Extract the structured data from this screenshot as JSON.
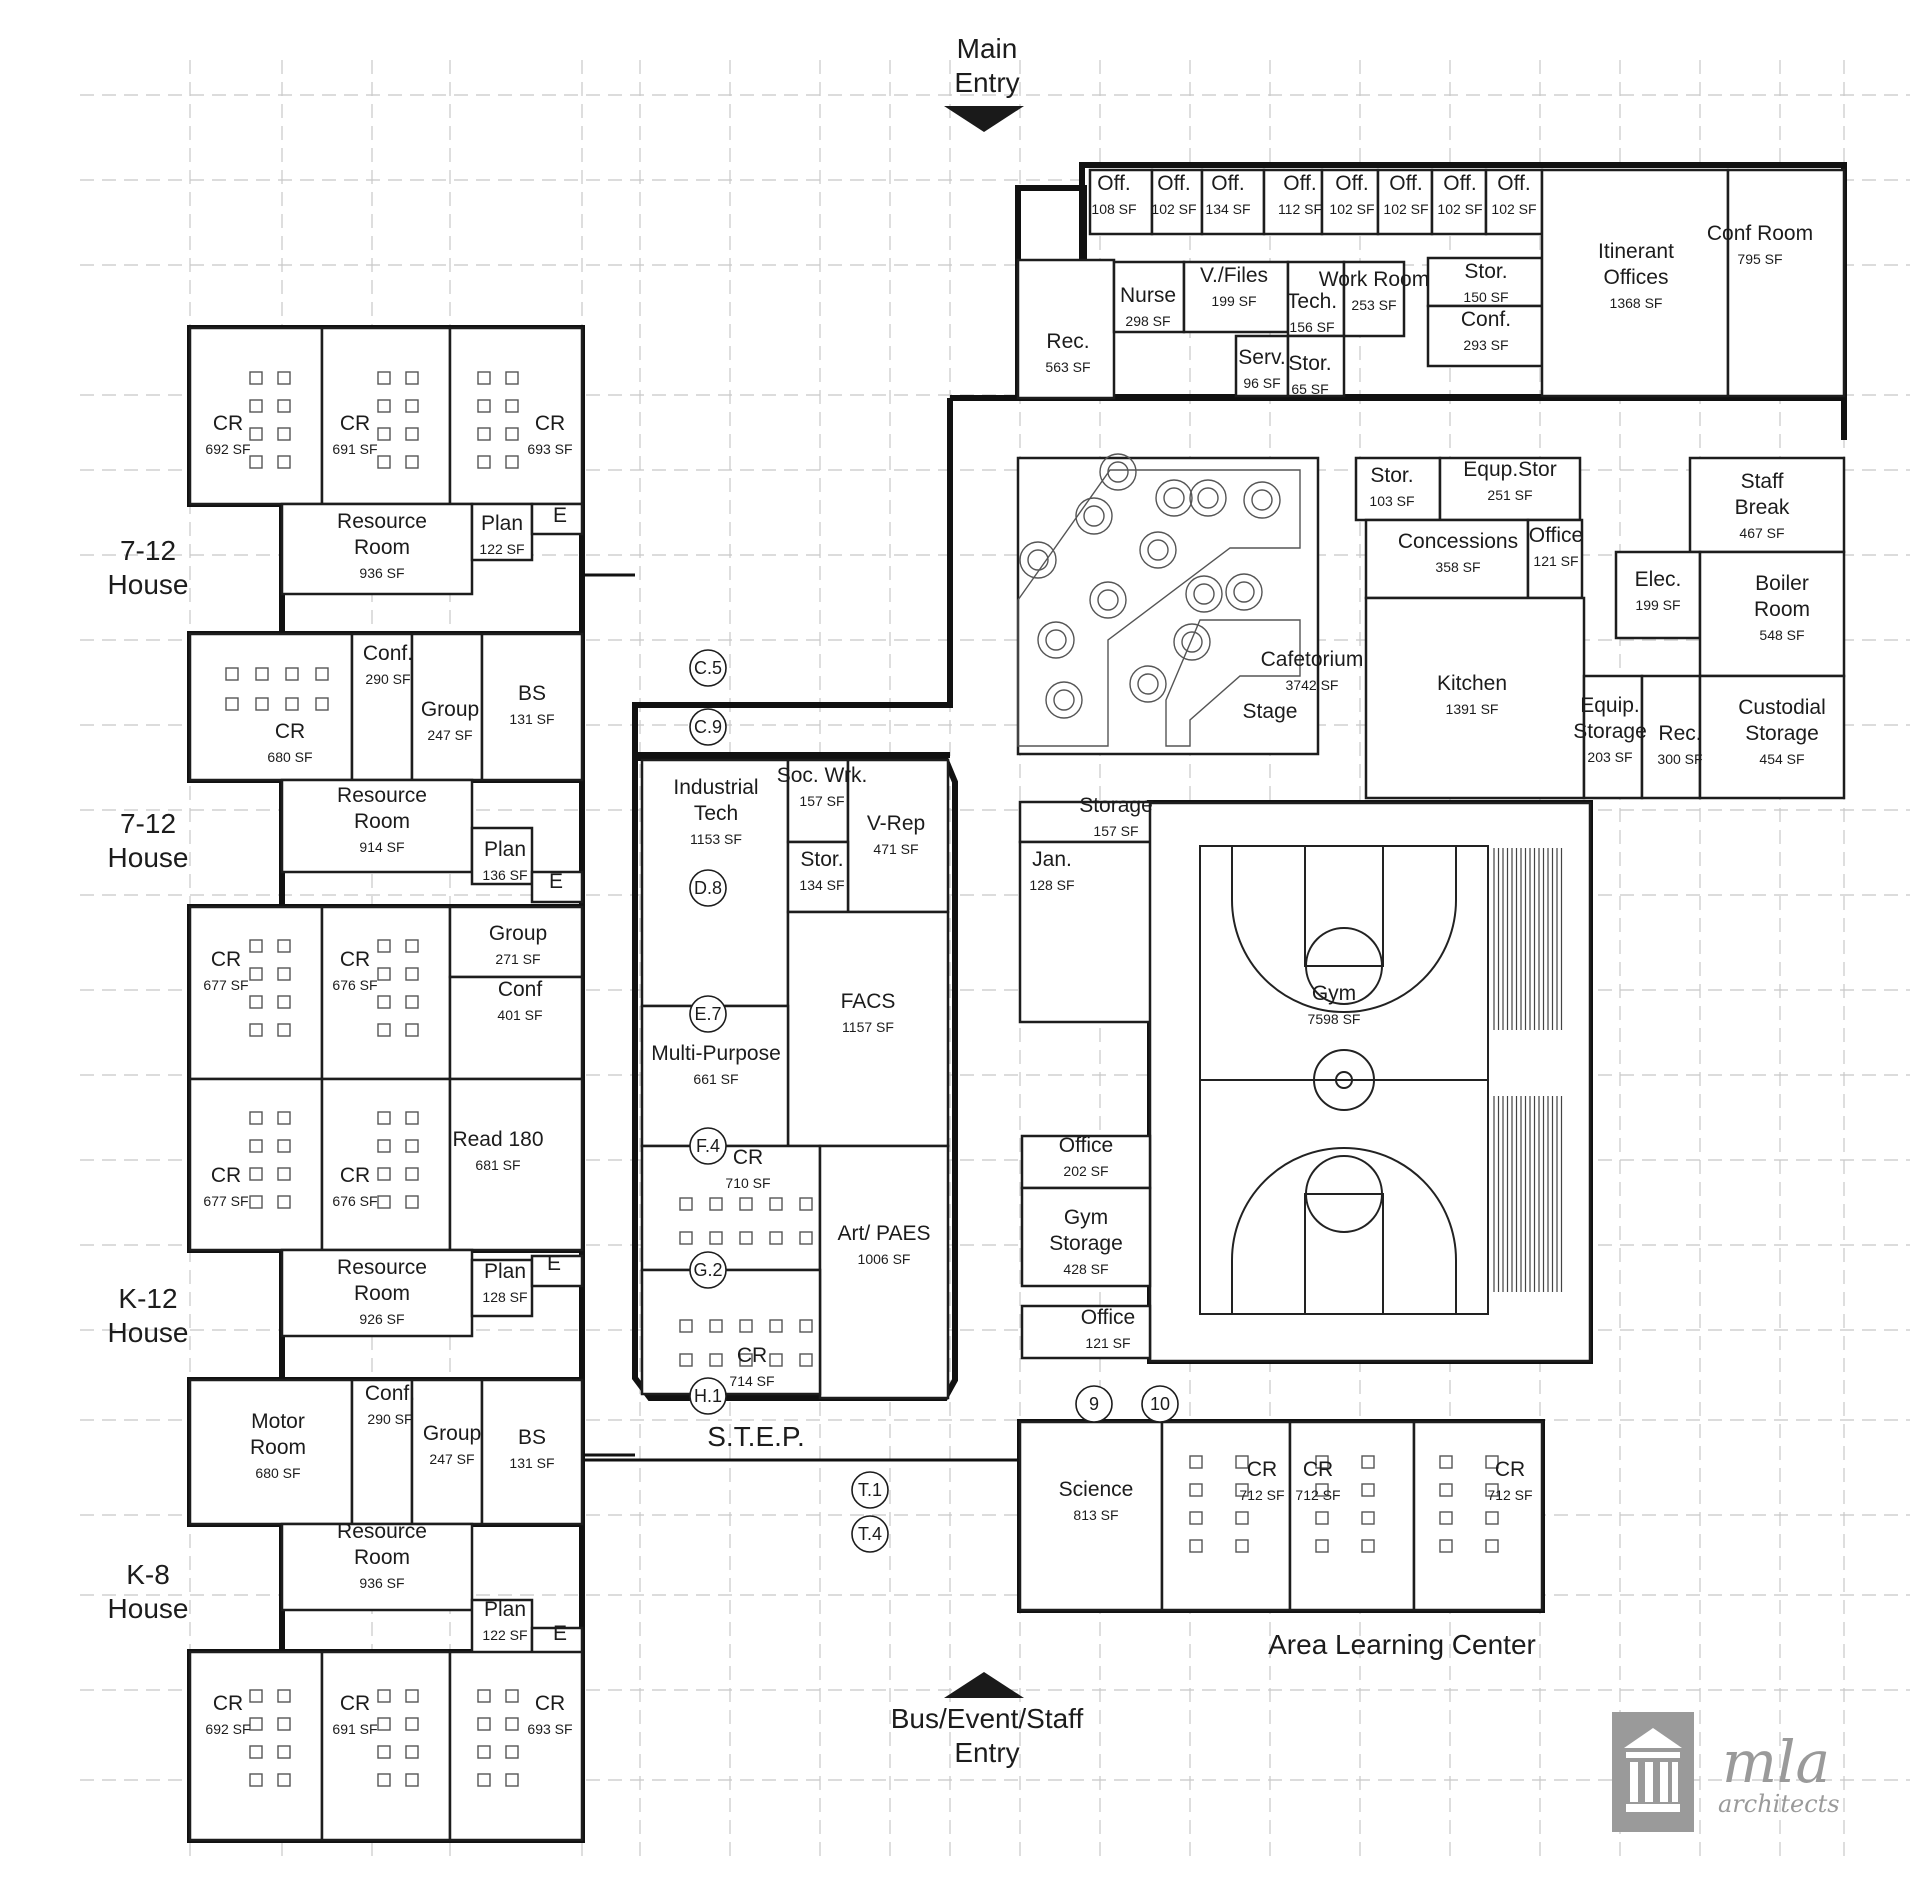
{
  "entries": {
    "main": [
      "Main",
      "Entry"
    ],
    "bus": [
      "Bus/Event/Staff",
      "Entry"
    ]
  },
  "area_label": "Area Learning Center",
  "step_label": "S.T.E.P.",
  "houses": [
    {
      "lines": [
        "7-12",
        "House"
      ]
    },
    {
      "lines": [
        "7-12",
        "House"
      ]
    },
    {
      "lines": [
        "K-12",
        "House"
      ]
    },
    {
      "lines": [
        "K-8",
        "House"
      ]
    }
  ],
  "grid_tags": [
    "C.5",
    "C.9",
    "D.8",
    "E.7",
    "F.4",
    "G.2",
    "H.1",
    "T.1",
    "T.4",
    "9",
    "10"
  ],
  "rooms": [
    {
      "name": "CR",
      "area": "692 SF"
    },
    {
      "name": "CR",
      "area": "691 SF"
    },
    {
      "name": "CR",
      "area": "693 SF"
    },
    {
      "name": "Resource Room",
      "area": "936 SF"
    },
    {
      "name": "Plan",
      "area": "122 SF"
    },
    {
      "name": "E",
      "area": ""
    },
    {
      "name": "CR",
      "area": "680 SF"
    },
    {
      "name": "Conf.",
      "area": "290 SF"
    },
    {
      "name": "Group",
      "area": "247 SF"
    },
    {
      "name": "BS",
      "area": "131 SF"
    },
    {
      "name": "Resource Room",
      "area": "914 SF"
    },
    {
      "name": "Plan",
      "area": "136 SF"
    },
    {
      "name": "E",
      "area": ""
    },
    {
      "name": "CR",
      "area": "677 SF"
    },
    {
      "name": "CR",
      "area": "676 SF"
    },
    {
      "name": "Group",
      "area": "271 SF"
    },
    {
      "name": "Conf",
      "area": "401 SF"
    },
    {
      "name": "CR",
      "area": "677 SF"
    },
    {
      "name": "CR",
      "area": "676 SF"
    },
    {
      "name": "Read 180",
      "area": "681 SF"
    },
    {
      "name": "Resource Room",
      "area": "926 SF"
    },
    {
      "name": "Plan",
      "area": "128 SF"
    },
    {
      "name": "E",
      "area": ""
    },
    {
      "name": "Motor Room",
      "area": "680 SF"
    },
    {
      "name": "Conf.",
      "area": "290 SF"
    },
    {
      "name": "Group",
      "area": "247 SF"
    },
    {
      "name": "BS",
      "area": "131 SF"
    },
    {
      "name": "Resource Room",
      "area": "936 SF"
    },
    {
      "name": "Plan",
      "area": "122 SF"
    },
    {
      "name": "E",
      "area": ""
    },
    {
      "name": "CR",
      "area": "692 SF"
    },
    {
      "name": "CR",
      "area": "691 SF"
    },
    {
      "name": "CR",
      "area": "693 SF"
    },
    {
      "name": "Industrial Tech",
      "area": "1153 SF"
    },
    {
      "name": "Soc. Wrk.",
      "area": "157 SF"
    },
    {
      "name": "V-Rep",
      "area": "471 SF"
    },
    {
      "name": "Stor.",
      "area": "134 SF"
    },
    {
      "name": "FACS",
      "area": "1157 SF"
    },
    {
      "name": "Multi-Purpose",
      "area": "661 SF"
    },
    {
      "name": "CR",
      "area": "710 SF"
    },
    {
      "name": "Art/ PAES",
      "area": "1006 SF"
    },
    {
      "name": "CR",
      "area": "714 SF"
    },
    {
      "name": "Off.",
      "area": "108 SF"
    },
    {
      "name": "Off.",
      "area": "102 SF"
    },
    {
      "name": "Off.",
      "area": "134 SF"
    },
    {
      "name": "Off.",
      "area": "112 SF"
    },
    {
      "name": "Off.",
      "area": "102 SF"
    },
    {
      "name": "Off.",
      "area": "102 SF"
    },
    {
      "name": "Off.",
      "area": "102 SF"
    },
    {
      "name": "Off.",
      "area": "102 SF"
    },
    {
      "name": "Rec.",
      "area": "563 SF"
    },
    {
      "name": "Nurse",
      "area": "298 SF"
    },
    {
      "name": "V./Files",
      "area": "199 SF"
    },
    {
      "name": "Tech.",
      "area": "156 SF"
    },
    {
      "name": "Work Room",
      "area": "253 SF"
    },
    {
      "name": "Serv.",
      "area": "96 SF"
    },
    {
      "name": "Stor.",
      "area": "65 SF"
    },
    {
      "name": "Stor.",
      "area": "150 SF"
    },
    {
      "name": "Conf.",
      "area": "293 SF"
    },
    {
      "name": "Itinerant Offices",
      "area": "1368 SF"
    },
    {
      "name": "Conf Room",
      "area": "795 SF"
    },
    {
      "name": "Cafetorium",
      "area": "3742 SF"
    },
    {
      "name": "Stage",
      "area": ""
    },
    {
      "name": "Stor.",
      "area": "103 SF"
    },
    {
      "name": "Equp.Stor",
      "area": "251 SF"
    },
    {
      "name": "Concessions",
      "area": "358 SF"
    },
    {
      "name": "Office",
      "area": "121 SF"
    },
    {
      "name": "Staff Break",
      "area": "467 SF"
    },
    {
      "name": "Elec.",
      "area": "199 SF"
    },
    {
      "name": "Boiler Room",
      "area": "548 SF"
    },
    {
      "name": "Kitchen",
      "area": "1391 SF"
    },
    {
      "name": "Equip. Storage",
      "area": "203 SF"
    },
    {
      "name": "Rec.",
      "area": "300 SF"
    },
    {
      "name": "Custodial Storage",
      "area": "454 SF"
    },
    {
      "name": "Storage",
      "area": "157 SF"
    },
    {
      "name": "Jan.",
      "area": "128 SF"
    },
    {
      "name": "Gym",
      "area": "7598 SF"
    },
    {
      "name": "Office",
      "area": "202 SF"
    },
    {
      "name": "Gym Storage",
      "area": "428 SF"
    },
    {
      "name": "Office",
      "area": "121 SF"
    },
    {
      "name": "Science",
      "area": "813 SF"
    },
    {
      "name": "CR",
      "area": "712 SF"
    },
    {
      "name": "CR",
      "area": "712 SF"
    },
    {
      "name": "CR",
      "area": "712 SF"
    }
  ],
  "logo": {
    "name": "mla",
    "sub": "architects",
    "color": "#9a9a9a"
  }
}
